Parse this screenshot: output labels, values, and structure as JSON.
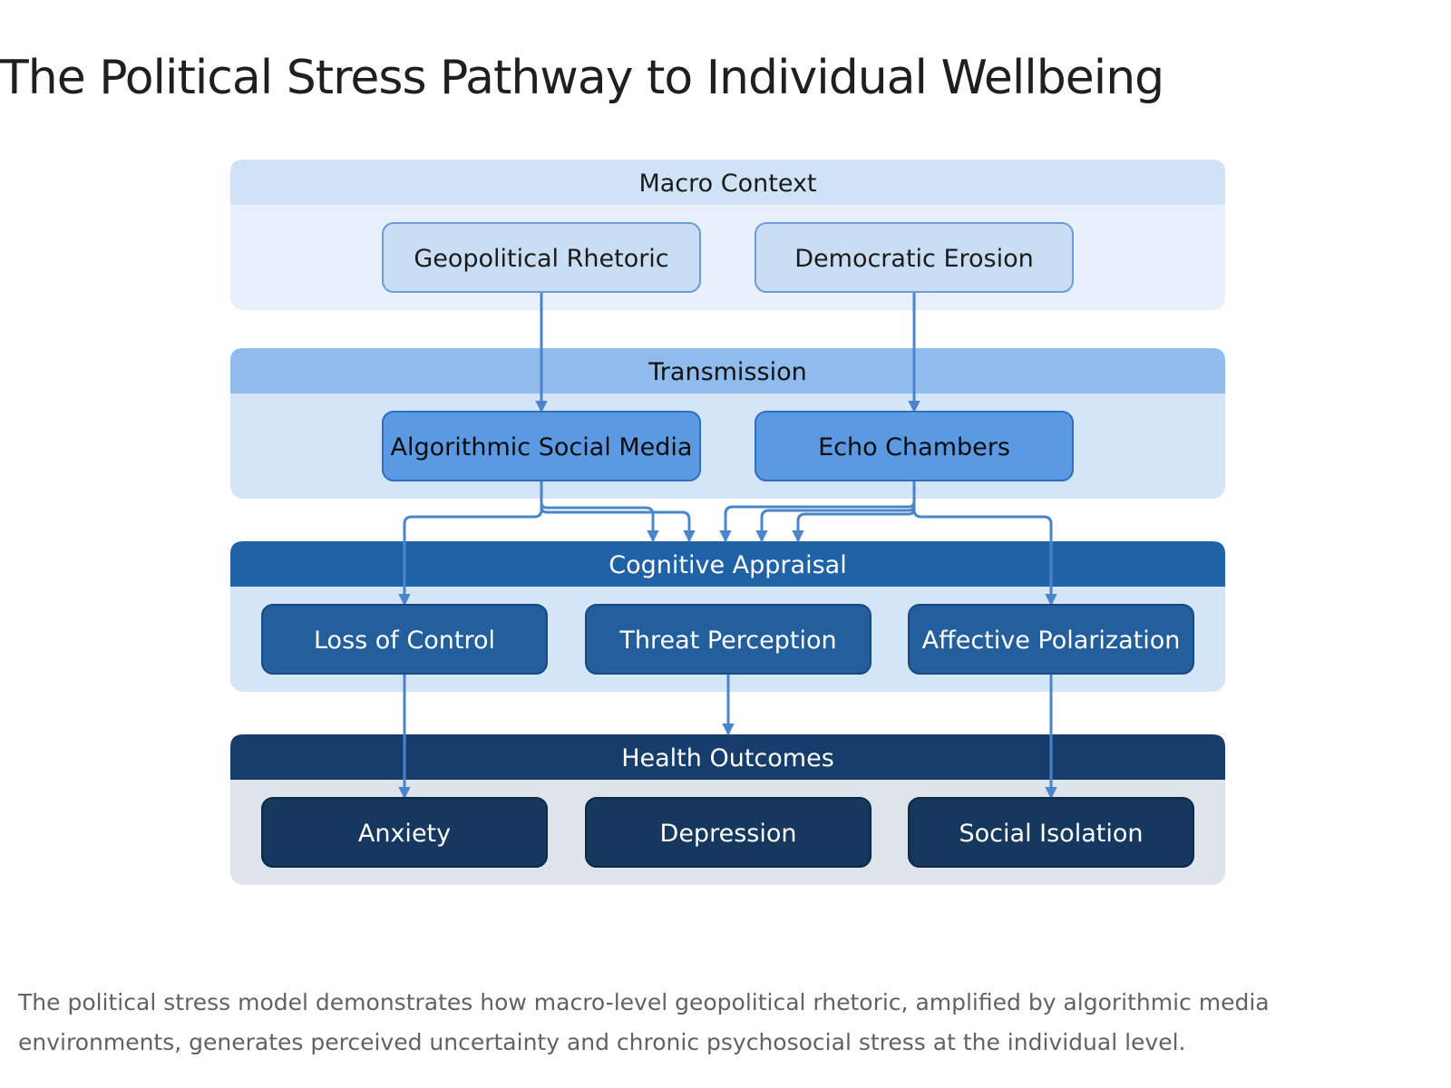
{
  "title": "The Political Stress Pathway to Individual Wellbeing",
  "diagram": {
    "layers": [
      {
        "title": "Macro Context",
        "colors": {
          "header": "#cfe2f6",
          "body": "#e8f1fb",
          "node": "#c9def5",
          "node_border": "#6b9ddb",
          "title_text": "#1b1b1b",
          "node_text": "#1b1b1b"
        },
        "nodes": [
          "Geopolitical Rhetoric",
          "Democratic Erosion"
        ]
      },
      {
        "title": "Transmission",
        "colors": {
          "header": "#8fbcec",
          "body": "#d4e5f8",
          "node": "#5b9ae2",
          "node_border": "#2f6fc0",
          "title_text": "#111111",
          "node_text": "#0d0d0d"
        },
        "nodes": [
          "Algorithmic Social Media",
          "Echo Chambers"
        ]
      },
      {
        "title": "Cognitive Appraisal",
        "colors": {
          "header": "#2062a6",
          "body": "#d4e5f8",
          "node": "#235f9c",
          "node_border": "#174a80",
          "title_text": "#ffffff",
          "node_text": "#ffffff"
        },
        "nodes": [
          "Loss of Control",
          "Threat Perception",
          "Affective Polarization"
        ]
      },
      {
        "title": "Health Outcomes",
        "colors": {
          "header": "#163d6b",
          "body": "#dfe3ea",
          "node": "#16385f",
          "node_border": "#0e2848",
          "title_text": "#ffffff",
          "node_text": "#ffffff"
        },
        "nodes": [
          "Anxiety",
          "Depression",
          "Social Isolation"
        ]
      }
    ],
    "arrow_color": "#4a85cc"
  },
  "caption": "The political stress model demonstrates how macro-level geopolitical rhetoric, amplified by algorithmic media environments, generates perceived uncertainty and chronic psychosocial stress at the individual level."
}
